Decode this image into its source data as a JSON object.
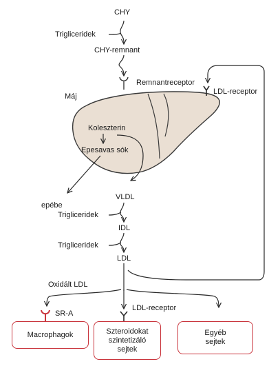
{
  "labels": {
    "chy": "CHY",
    "trig1": "Trigliceridek",
    "chy_remnant": "CHY-remnant",
    "remnant_receptor": "Remnantreceptor",
    "ldl_receptor_top": "LDL-receptor",
    "maj": "Máj",
    "koleszterin": "Koleszterin",
    "epesavas": "Epesavas sók",
    "epebe": "epébe",
    "vldl": "VLDL",
    "trig2": "Trigliceridek",
    "idl": "IDL",
    "trig3": "Trigliceridek",
    "ldl": "LDL",
    "oxidalt_ldl": "Oxidált LDL",
    "sr_a": "SR-A",
    "ldl_receptor_bottom": "LDL-receptor"
  },
  "boxes": {
    "macrophagok": "Macrophagok",
    "szteroid": "Szteroidokat\nszintetizáló\nsejtek",
    "egyeb": "Egyéb\nsejtek"
  },
  "colors": {
    "liver_fill": "#eadfd3",
    "box_border": "#c9343c",
    "sr_a_receptor": "#c9343c",
    "line": "#2a2a2a"
  }
}
